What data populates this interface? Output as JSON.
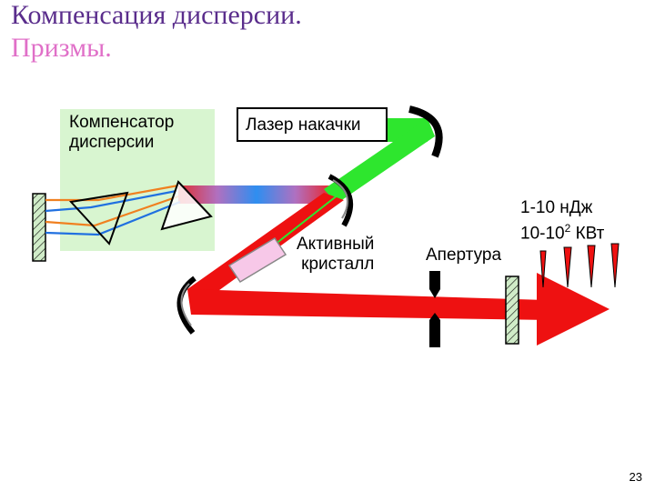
{
  "title": {
    "line1": "Компенсация дисперсии.",
    "line2": "Призмы."
  },
  "labels": {
    "compensator_line1": "Компенсатор",
    "compensator_line2": "дисперсии",
    "pump_laser": "Лазер накачки",
    "crystal_line1": "Активный",
    "crystal_line2": "кристалл",
    "aperture": "Апертура",
    "energy": "1-10 нДж",
    "power_prefix": "10-10",
    "power_exponent": "2",
    "power_unit": " КВт"
  },
  "page_number": "23",
  "colors": {
    "title_primary": "#5a2d8c",
    "title_secondary": "#e070c8",
    "compensator_bg": "#d8f5d0",
    "pump_beam": "#2ee62e",
    "laser_beam": "#ee1111",
    "mirror": "#000000",
    "output_mirror_fill": "#d0ecc8",
    "crystal_fill": "#f7c8e8"
  }
}
